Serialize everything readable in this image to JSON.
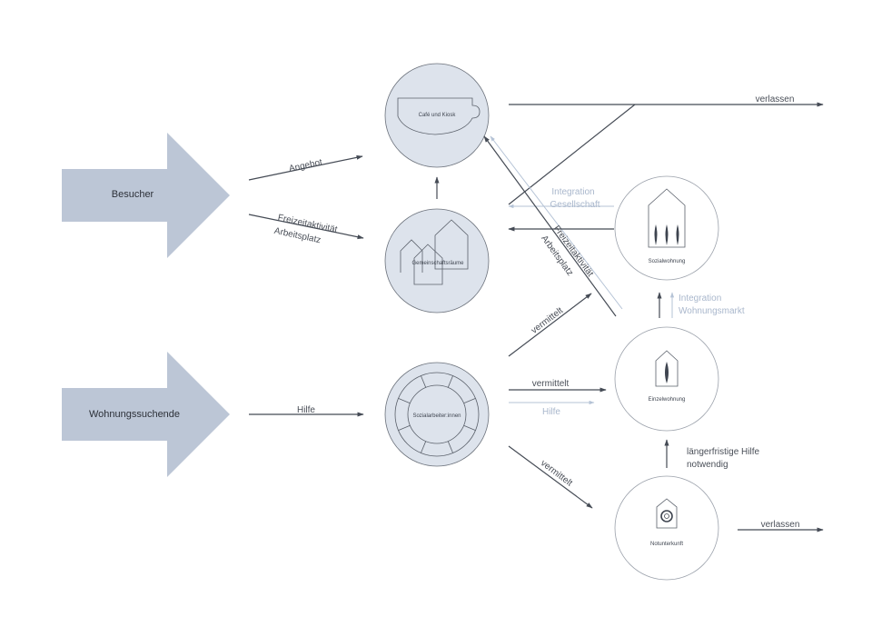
{
  "sources": {
    "besucher": "Besucher",
    "wohnungssuchende": "Wohnungssuchende"
  },
  "nodes": {
    "cafe": "Café und Kiosk",
    "gemeinschaft": "Gemeinschaftsräume",
    "sozial": "Sozialarbeiter:innen",
    "sozialwohnung": "Sozialwohnung",
    "einzelwohnung": "Einzelwohnung",
    "notunterkunft": "Notunterkunft"
  },
  "labels": {
    "angebot": "Angebot",
    "freizeit1": "Freizeitaktivität",
    "arbeitsplatz1": "Arbeitsplatz",
    "hilfe_dark": "Hilfe",
    "verlassen_top": "verlassen",
    "integration_ges_1": "Integration",
    "integration_ges_2": "Gesellschaft",
    "freizeit2": "Freizeitaktivität",
    "arbeitsplatz2": "Arbeitsplatz",
    "vermittelt_up": "vermittelt",
    "vermittelt_mid": "vermittelt",
    "hilfe_light": "Hilfe",
    "vermittelt_down": "vermittelt",
    "integration_wm_1": "Integration",
    "integration_wm_2": "Wohnungsmarkt",
    "langer_1": "längerfristige Hilfe",
    "langer_2": "notwendig",
    "verlassen_bottom": "verlassen"
  },
  "colors": {
    "source_arrow": "#bcc6d6",
    "circle_fill": "#dde3ec",
    "line_dark": "#454b55",
    "line_light": "#b5c3d6"
  }
}
